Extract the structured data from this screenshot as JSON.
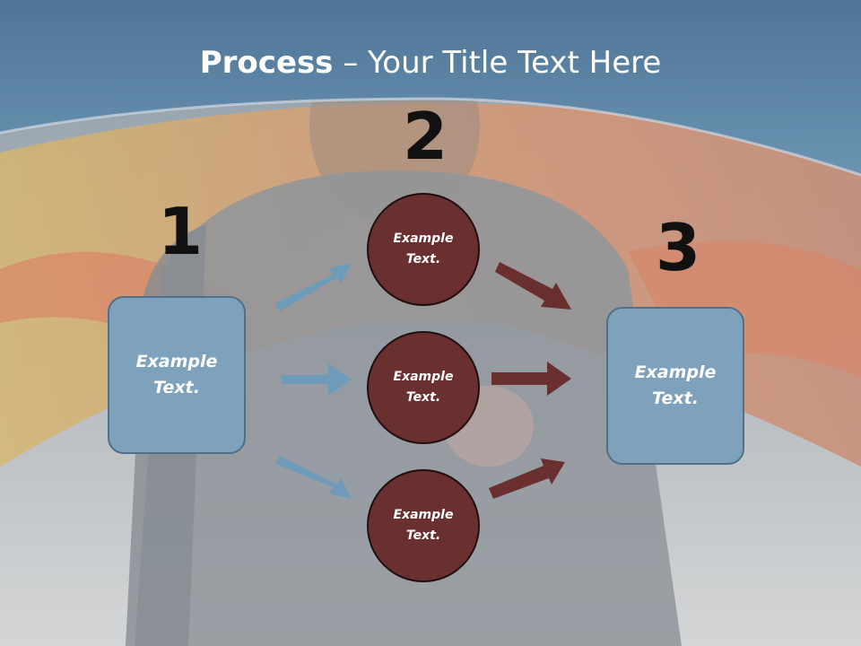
{
  "slide": {
    "title_bold": "Process",
    "title_rest": " – Your Title Text Here",
    "numbers": [
      "1",
      "2",
      "3"
    ],
    "left_box": {
      "line1": "Example",
      "line2": "Text."
    },
    "right_box": {
      "line1": "Example",
      "line2": "Text."
    },
    "circles": [
      {
        "line1": "Example",
        "line2": "Text."
      },
      {
        "line1": "Example",
        "line2": "Text."
      },
      {
        "line1": "Example",
        "line2": "Text."
      }
    ]
  },
  "colors": {
    "header_band": "#5e87a8",
    "box_fill": "#7ea1bc",
    "box_border": "#4f6f8a",
    "circle_fill": "#6a2f2f",
    "blue_arrow": "#6f9bbb",
    "red_arrow": "#6a2f2f"
  }
}
